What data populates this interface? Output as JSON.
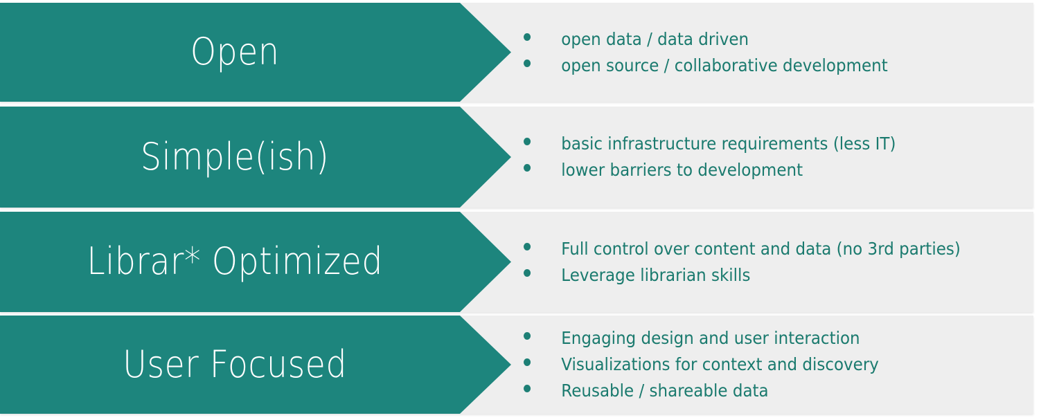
{
  "theme": {
    "arrow_fill": "#1d857d",
    "panel_bg": "#eeeeee",
    "page_bg": "#ffffff",
    "label_color": "#ffffff",
    "bullet_color": "#1a7a6e",
    "bullet_dot_color": "#1d7f75"
  },
  "rows": [
    {
      "label": "Open",
      "bullets": [
        "open data / data driven",
        "open source / collaborative development"
      ]
    },
    {
      "label": "Simple(ish)",
      "bullets": [
        "basic infrastructure requirements (less IT)",
        "lower barriers to development"
      ]
    },
    {
      "label": "Librar* Optimized",
      "bullets": [
        "Full control over content and data (no 3rd parties)",
        "Leverage librarian skills"
      ]
    },
    {
      "label": "User Focused",
      "bullets": [
        "Engaging design and user interaction",
        "Visualizations for context and discovery",
        "Reusable / shareable data"
      ]
    }
  ]
}
